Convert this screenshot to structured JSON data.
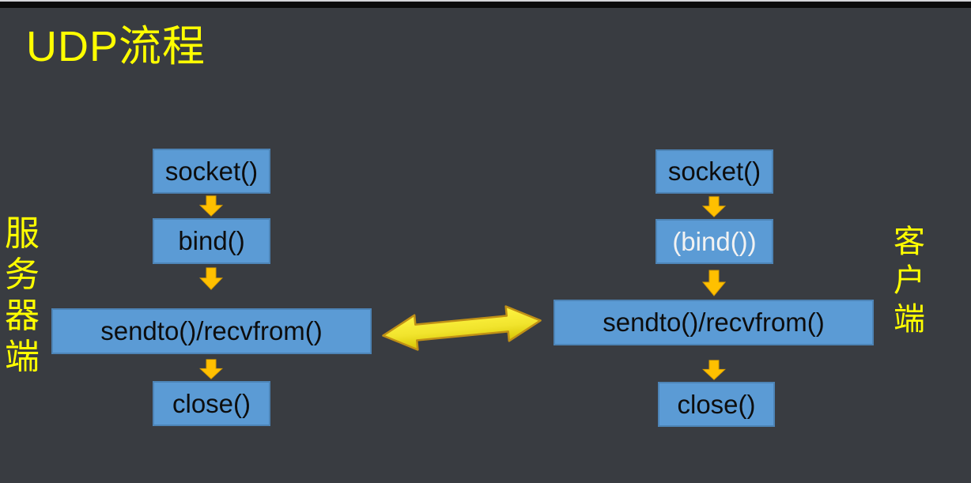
{
  "slide": {
    "title": "UDP流程"
  },
  "labels": {
    "server": {
      "full": "服务器端",
      "chars": [
        "服",
        "务",
        "器",
        "端"
      ]
    },
    "client": {
      "full": "客户端",
      "chars": [
        "客",
        "户",
        "端"
      ]
    }
  },
  "server_flow": {
    "socket": "socket()",
    "bind": "bind()",
    "sendto": "sendto()/recvfrom()",
    "close": "close()"
  },
  "client_flow": {
    "socket": "socket()",
    "bind": "(bind())",
    "sendto": "sendto()/recvfrom()",
    "close": "close()"
  },
  "icons": {
    "down_arrow": "gold block arrow pointing down",
    "double_arrow": "yellow double-headed horizontal arrow"
  },
  "colors": {
    "background": "#393c41",
    "title_yellow": "#ffff00",
    "box_blue": "#5b9bd5",
    "box_border_blue": "#41719c",
    "box_text": "#0d0d0d",
    "optional_text": "#f2f2f2",
    "arrow_gold": "#ffc000",
    "double_arrow_yellow": "#f1e42d",
    "double_arrow_outline": "#c09016",
    "top_bar_black": "#0a0a0a"
  }
}
